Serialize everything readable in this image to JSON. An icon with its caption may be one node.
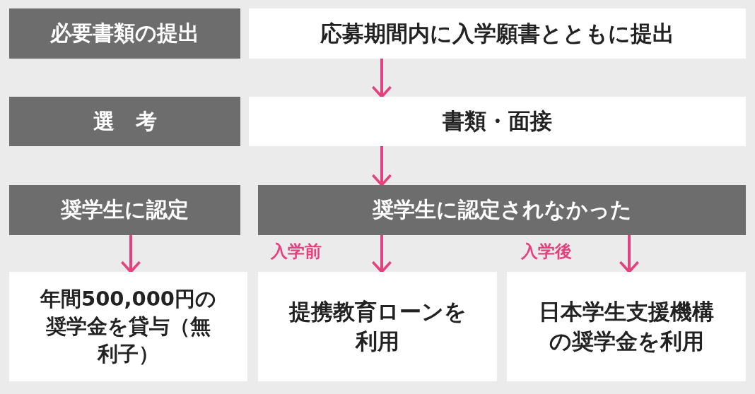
{
  "diagram": {
    "nodes": [
      {
        "text": [
          "必要書類の提出"
        ]
      },
      {
        "text": [
          "応募期間内に入学願書とともに提出"
        ]
      },
      {
        "text": [
          "選　考"
        ]
      },
      {
        "text": [
          "書類・面接"
        ]
      },
      {
        "text": [
          "奨学生に認定"
        ]
      },
      {
        "text": [
          "奨学生に認定されなかった"
        ]
      },
      {
        "text": [
          "年間500,000円の奨学金を貸与（無利子）"
        ]
      },
      {
        "text": [
          "提携教育ローンを利用"
        ]
      },
      {
        "text": [
          "日本学生支援機構の奨学金を利用"
        ]
      }
    ],
    "edges": [
      {
        "from": 1,
        "to": 3,
        "arrow": "to"
      },
      {
        "from": 3,
        "to": 5,
        "arrow": "to"
      },
      {
        "from": 4,
        "to": 6,
        "arrow": "to"
      },
      {
        "from": 5,
        "to": 7,
        "arrow": "to",
        "label": "入学前"
      },
      {
        "from": 5,
        "to": 8,
        "arrow": "to",
        "label": "入学後"
      }
    ]
  }
}
